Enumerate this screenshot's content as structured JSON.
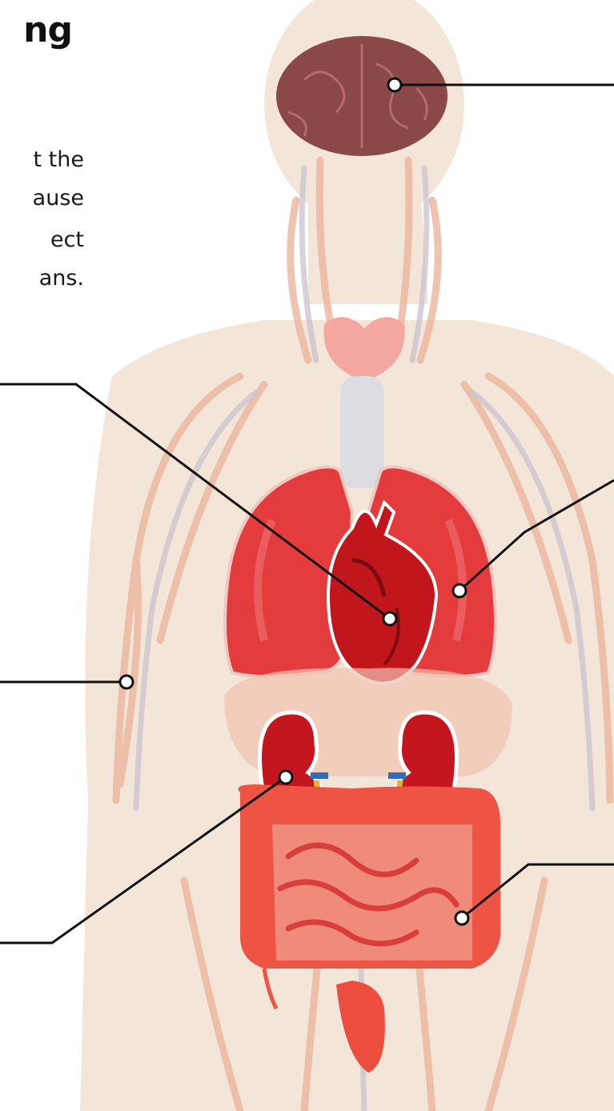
{
  "title_fragment": "ng",
  "intro_lines": [
    "t the",
    "ause",
    "ect",
    "ans."
  ],
  "colors": {
    "body_silhouette": "#f3e6d8",
    "vessels": "#e9a98f",
    "veins": "#c9c3cf",
    "organ_red": "#e03a36",
    "organ_dark": "#b8181e",
    "brain": "#8a4848",
    "leader_line": "#111111"
  },
  "organs": [
    {
      "id": "brain",
      "icon": "brain-icon"
    },
    {
      "id": "heart",
      "icon": "heart-icon"
    },
    {
      "id": "lungs",
      "icon": "lungs-icon"
    },
    {
      "id": "blood-vessels",
      "icon": "vessel-icon"
    },
    {
      "id": "kidneys",
      "icon": "kidney-icon"
    },
    {
      "id": "intestines",
      "icon": "intestines-icon"
    }
  ]
}
